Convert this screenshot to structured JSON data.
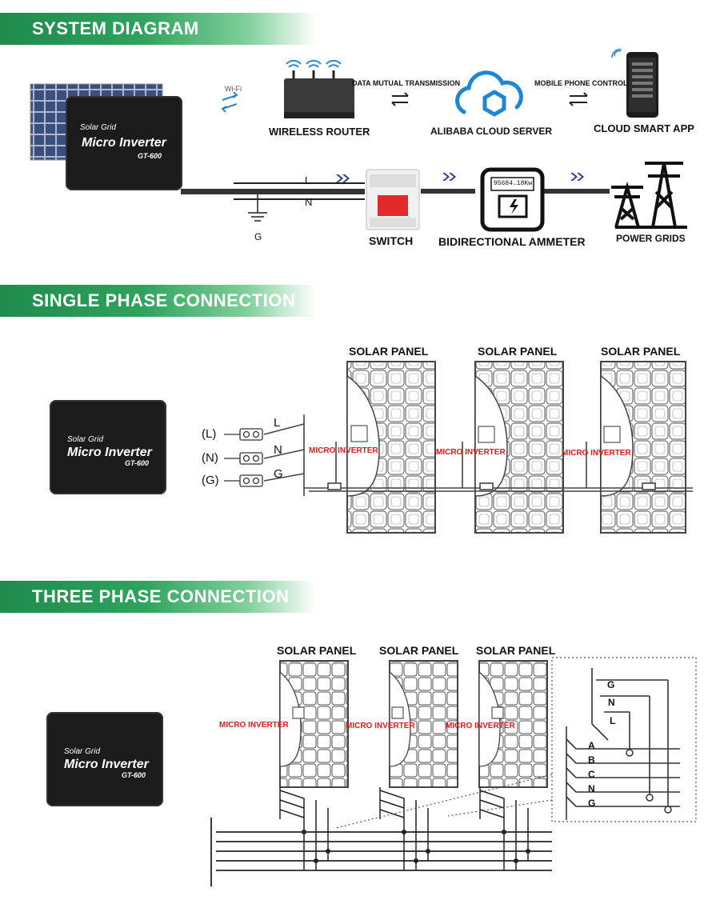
{
  "sections": {
    "system": "SYSTEM DIAGRAM",
    "single": "SINGLE PHASE CONNECTION",
    "three": "THREE PHASE CONNECTION"
  },
  "inverter": {
    "brand": "Solar Grid",
    "name": "Micro Inverter",
    "model": "GT-600"
  },
  "system_diagram": {
    "wifi": "Wi-Fi",
    "router": "WIRELESS ROUTER",
    "data_transmission": "DATA MUTUAL TRANSMISSION",
    "cloud": "ALIBABA CLOUD SERVER",
    "phone_control": "MOBILE PHONE CONTROL",
    "app": "CLOUD SMART APP",
    "line_l": "L",
    "line_n": "N",
    "ground": "G",
    "switch": "SWITCH",
    "meter": "BIDIRECTIONAL AMMETER",
    "meter_reading": "95684.18Kw",
    "grid": "POWER GRIDS"
  },
  "single_phase": {
    "panel_label": "SOLAR PANEL",
    "micro_label": "MICRO INVERTER",
    "terminals": [
      "(L)",
      "(N)",
      "(G)"
    ],
    "lines": [
      "L",
      "N",
      "G"
    ]
  },
  "three_phase": {
    "panel_label": "SOLAR PANEL",
    "micro_label": "MICRO INVERTER",
    "inverter_lines": [
      "G",
      "N",
      "L"
    ],
    "bus_lines": [
      "A",
      "B",
      "C",
      "N",
      "G"
    ]
  }
}
